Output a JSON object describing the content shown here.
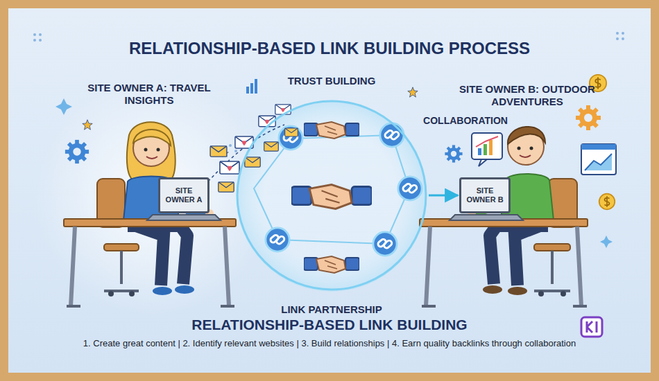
{
  "diagram": {
    "title": "RELATIONSHIP-BASED LINK BUILDING PROCESS",
    "caption": "RELATIONSHIP-BASED LINK BUILDING",
    "nodes": [
      {
        "text": [
          "SITE OWNER A"
        ]
      },
      {
        "text": [
          "TRUST BUILDING",
          "LINK PARTNERSHIP"
        ]
      },
      {
        "text": [
          "SITE OWNER B"
        ]
      }
    ],
    "edges": [
      {
        "from": 1,
        "to": 2,
        "arrow": "to"
      }
    ],
    "labels": [
      "SITE OWNER A: TRAVEL INSIGHTS",
      "SITE OWNER B: OUTDOOR ADVENTURES",
      "COLLABORATION",
      "1. Create great content | 2. Identify relevant websites | 3. Build relationships | 4. Earn quality backlinks through collaboration"
    ]
  }
}
